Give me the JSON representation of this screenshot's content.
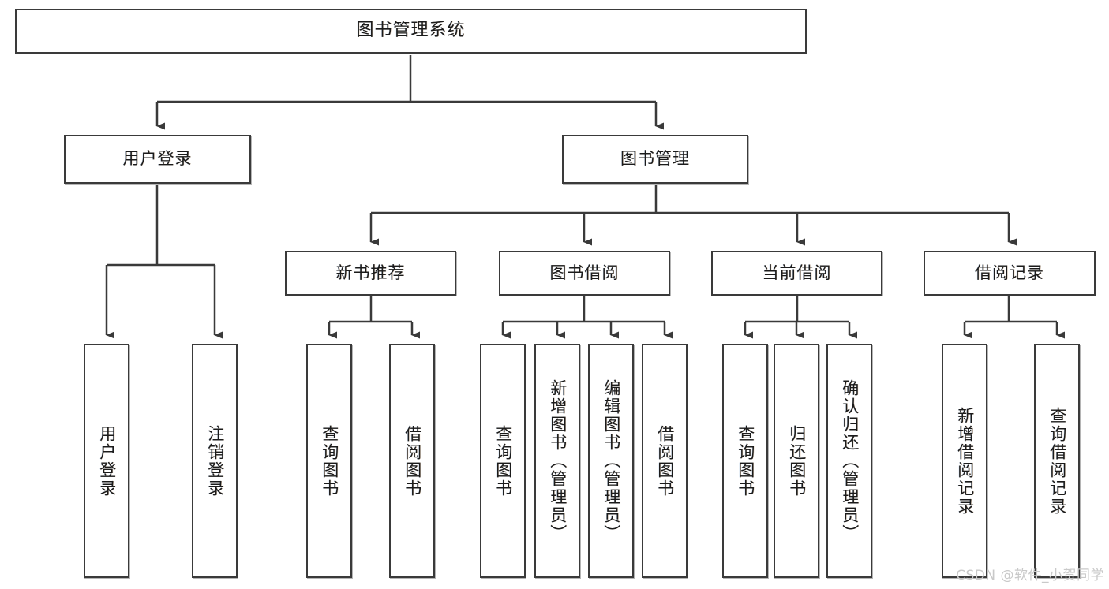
{
  "diagram": {
    "type": "tree-hierarchy",
    "title": "图书管理系统",
    "root": {
      "label": "图书管理系统"
    },
    "level2": [
      {
        "id": "user-login",
        "label": "用户登录"
      },
      {
        "id": "book-manage",
        "label": "图书管理"
      }
    ],
    "level3": [
      {
        "id": "new-book-recommend",
        "label": "新书推荐",
        "parent": "book-manage"
      },
      {
        "id": "book-borrow",
        "label": "图书借阅",
        "parent": "book-manage"
      },
      {
        "id": "current-borrow",
        "label": "当前借阅",
        "parent": "book-manage"
      },
      {
        "id": "borrow-record",
        "label": "借阅记录",
        "parent": "book-manage"
      }
    ],
    "leaves": [
      {
        "id": "leaf-user-login",
        "label": "用户登录",
        "parent": "user-login"
      },
      {
        "id": "leaf-user-logout",
        "label": "注销登录",
        "parent": "user-login"
      },
      {
        "id": "leaf-query-book-1",
        "label": "查询图书",
        "parent": "new-book-recommend"
      },
      {
        "id": "leaf-borrow-book-1",
        "label": "借阅图书",
        "parent": "new-book-recommend"
      },
      {
        "id": "leaf-query-book-2",
        "label": "查询图书",
        "parent": "book-borrow"
      },
      {
        "id": "leaf-add-book",
        "label": "新增图书（管理员）",
        "parent": "book-borrow"
      },
      {
        "id": "leaf-edit-book",
        "label": "编辑图书（管理员）",
        "parent": "book-borrow"
      },
      {
        "id": "leaf-borrow-book-2",
        "label": "借阅图书",
        "parent": "book-borrow"
      },
      {
        "id": "leaf-query-book-3",
        "label": "查询图书",
        "parent": "current-borrow"
      },
      {
        "id": "leaf-return-book",
        "label": "归还图书",
        "parent": "current-borrow"
      },
      {
        "id": "leaf-confirm-return",
        "label": "确认归还（管理员）",
        "parent": "current-borrow"
      },
      {
        "id": "leaf-add-record",
        "label": "新增借阅记录",
        "parent": "borrow-record"
      },
      {
        "id": "leaf-query-record",
        "label": "查询借阅记录",
        "parent": "borrow-record"
      }
    ],
    "watermark": "CSDN @软件_小贺同学",
    "colors": {
      "stroke": "#3a3a3a",
      "fill": "#ffffff",
      "text": "#1b1b1b",
      "watermark": "#c9c9c9"
    }
  }
}
